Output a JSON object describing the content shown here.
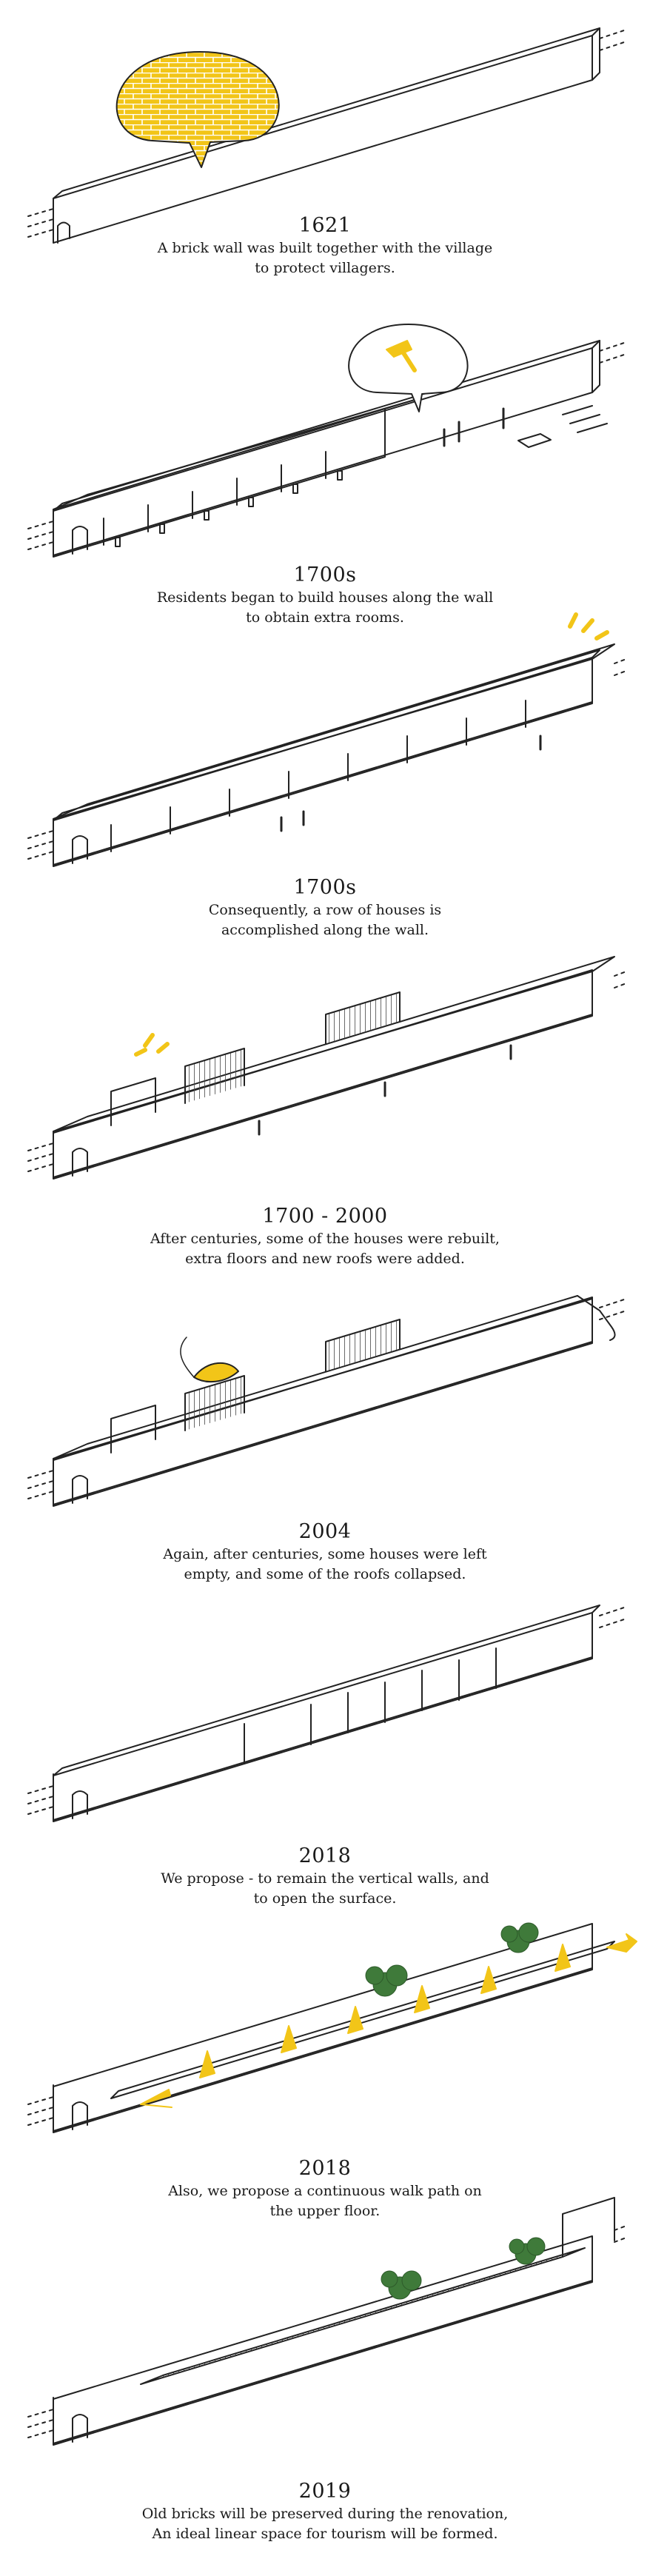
{
  "colors": {
    "ink": "#222222",
    "accent": "#f2c518",
    "foliage": "#3f7a3a"
  },
  "stages": [
    {
      "year": "1621",
      "lines": [
        "A brick wall was built together with the village",
        "to protect villagers."
      ]
    },
    {
      "year": "1700s",
      "lines": [
        "Residents began to build houses along the wall",
        "to obtain extra rooms."
      ]
    },
    {
      "year": "1700s",
      "lines": [
        "Consequently, a row of houses is",
        "accomplished along the wall."
      ]
    },
    {
      "year": "1700 - 2000",
      "lines": [
        "After centuries, some of the houses were rebuilt,",
        "extra floors and new roofs were added."
      ]
    },
    {
      "year": "2004",
      "lines": [
        "Again, after centuries, some houses were left",
        "empty, and some of the roofs collapsed."
      ]
    },
    {
      "year": "2018",
      "lines": [
        "We propose - to remain the vertical walls, and",
        "to open the surface."
      ]
    },
    {
      "year": "2018",
      "lines": [
        "Also, we propose a continuous walk path on",
        "the upper floor."
      ]
    },
    {
      "year": "2019",
      "lines": [
        "Old bricks will be preserved during the renovation,",
        "An ideal linear space for tourism will be formed."
      ]
    }
  ],
  "icons": [
    "brick-bubble-icon",
    "hammer-bubble-icon",
    "sparkle-icon",
    "sparkle-icon",
    "falling-leaf-icon",
    "walk-arrow-icon",
    "tree-icon"
  ]
}
